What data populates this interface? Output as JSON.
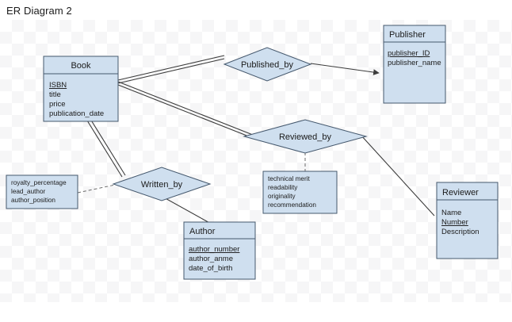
{
  "page": {
    "title": "ER Diagram 2",
    "canvas_label": "er-diagram-canvas"
  },
  "colors": {
    "entity_fill": "#cfdfef",
    "entity_stroke": "#45586d",
    "edge": "#3c3c3c",
    "text": "#1b1b1b",
    "page_background": "#ffffff"
  },
  "chart_data": {
    "type": "diagram",
    "notation": "chen-er",
    "title": "ER Diagram 2",
    "entities": [
      {
        "id": "book",
        "name": "Book",
        "attributes": [
          {
            "label": "ISBN",
            "key": true
          },
          {
            "label": "title",
            "key": false
          },
          {
            "label": "price",
            "key": false
          },
          {
            "label": "publication_date",
            "key": false
          }
        ]
      },
      {
        "id": "publisher",
        "name": "Publisher",
        "attributes": [
          {
            "label": "publisher_ID",
            "key": true
          },
          {
            "label": "publisher_name",
            "key": false
          }
        ]
      },
      {
        "id": "author",
        "name": "Author",
        "attributes": [
          {
            "label": "author_number",
            "key": true
          },
          {
            "label": "author_anme",
            "key": false
          },
          {
            "label": "date_of_birth",
            "key": false
          }
        ]
      },
      {
        "id": "reviewer",
        "name": "Reviewer",
        "attributes": [
          {
            "label": "Name",
            "key": false
          },
          {
            "label": "Number",
            "key": true
          },
          {
            "label": "Description",
            "key": false
          }
        ]
      }
    ],
    "relationships": [
      {
        "id": "published_by",
        "name": "Published_by",
        "connects": [
          "book",
          "publisher"
        ]
      },
      {
        "id": "reviewed_by",
        "name": "Reviewed_by",
        "connects": [
          "book",
          "reviewer"
        ]
      },
      {
        "id": "written_by",
        "name": "Written_by",
        "connects": [
          "book",
          "author"
        ]
      }
    ],
    "relationship_attribute_boxes": [
      {
        "id": "written_by_attrs",
        "belongs_to": "written_by",
        "attributes": [
          "royalty_percentage",
          "lead_author",
          "author_position"
        ]
      },
      {
        "id": "reviewed_by_attrs",
        "belongs_to": "reviewed_by",
        "attributes": [
          "technical merit",
          "readability",
          "originality",
          "recommendation"
        ]
      }
    ],
    "edges": [
      {
        "from": "book",
        "to": "published_by",
        "style": "double",
        "arrow": false
      },
      {
        "from": "published_by",
        "to": "publisher",
        "style": "single",
        "arrow": true
      },
      {
        "from": "book",
        "to": "reviewed_by",
        "style": "double",
        "arrow": false
      },
      {
        "from": "reviewed_by",
        "to": "reviewer",
        "style": "single",
        "arrow": false
      },
      {
        "from": "book",
        "to": "written_by",
        "style": "double",
        "arrow": false
      },
      {
        "from": "written_by",
        "to": "author",
        "style": "single",
        "arrow": false
      },
      {
        "from": "written_by_attrs",
        "to": "written_by",
        "style": "dashed",
        "arrow": false
      },
      {
        "from": "reviewed_by",
        "to": "reviewed_by_attrs",
        "style": "dashed",
        "arrow": false
      }
    ]
  },
  "book": {
    "name": "Book",
    "attr_0": "ISBN",
    "attr_1": "title",
    "attr_2": "price",
    "attr_3": "publication_date"
  },
  "publisher": {
    "name": "Publisher",
    "attr_0": "publisher_ID",
    "attr_1": "publisher_name"
  },
  "author": {
    "name": "Author",
    "attr_0": "author_number",
    "attr_1": "author_anme",
    "attr_2": "date_of_birth"
  },
  "reviewer": {
    "name": "Reviewer",
    "attr_0": "Name",
    "attr_1": "Number",
    "attr_2": "Description"
  },
  "relationships": {
    "published_by": "Published_by",
    "reviewed_by": "Reviewed_by",
    "written_by": "Written_by"
  },
  "written_by_attrs": {
    "attr_0": "royalty_percentage",
    "attr_1": "lead_author",
    "attr_2": "author_position"
  },
  "reviewed_by_attrs": {
    "attr_0": "technical merit",
    "attr_1": "readability",
    "attr_2": "originality",
    "attr_3": "recommendation"
  }
}
